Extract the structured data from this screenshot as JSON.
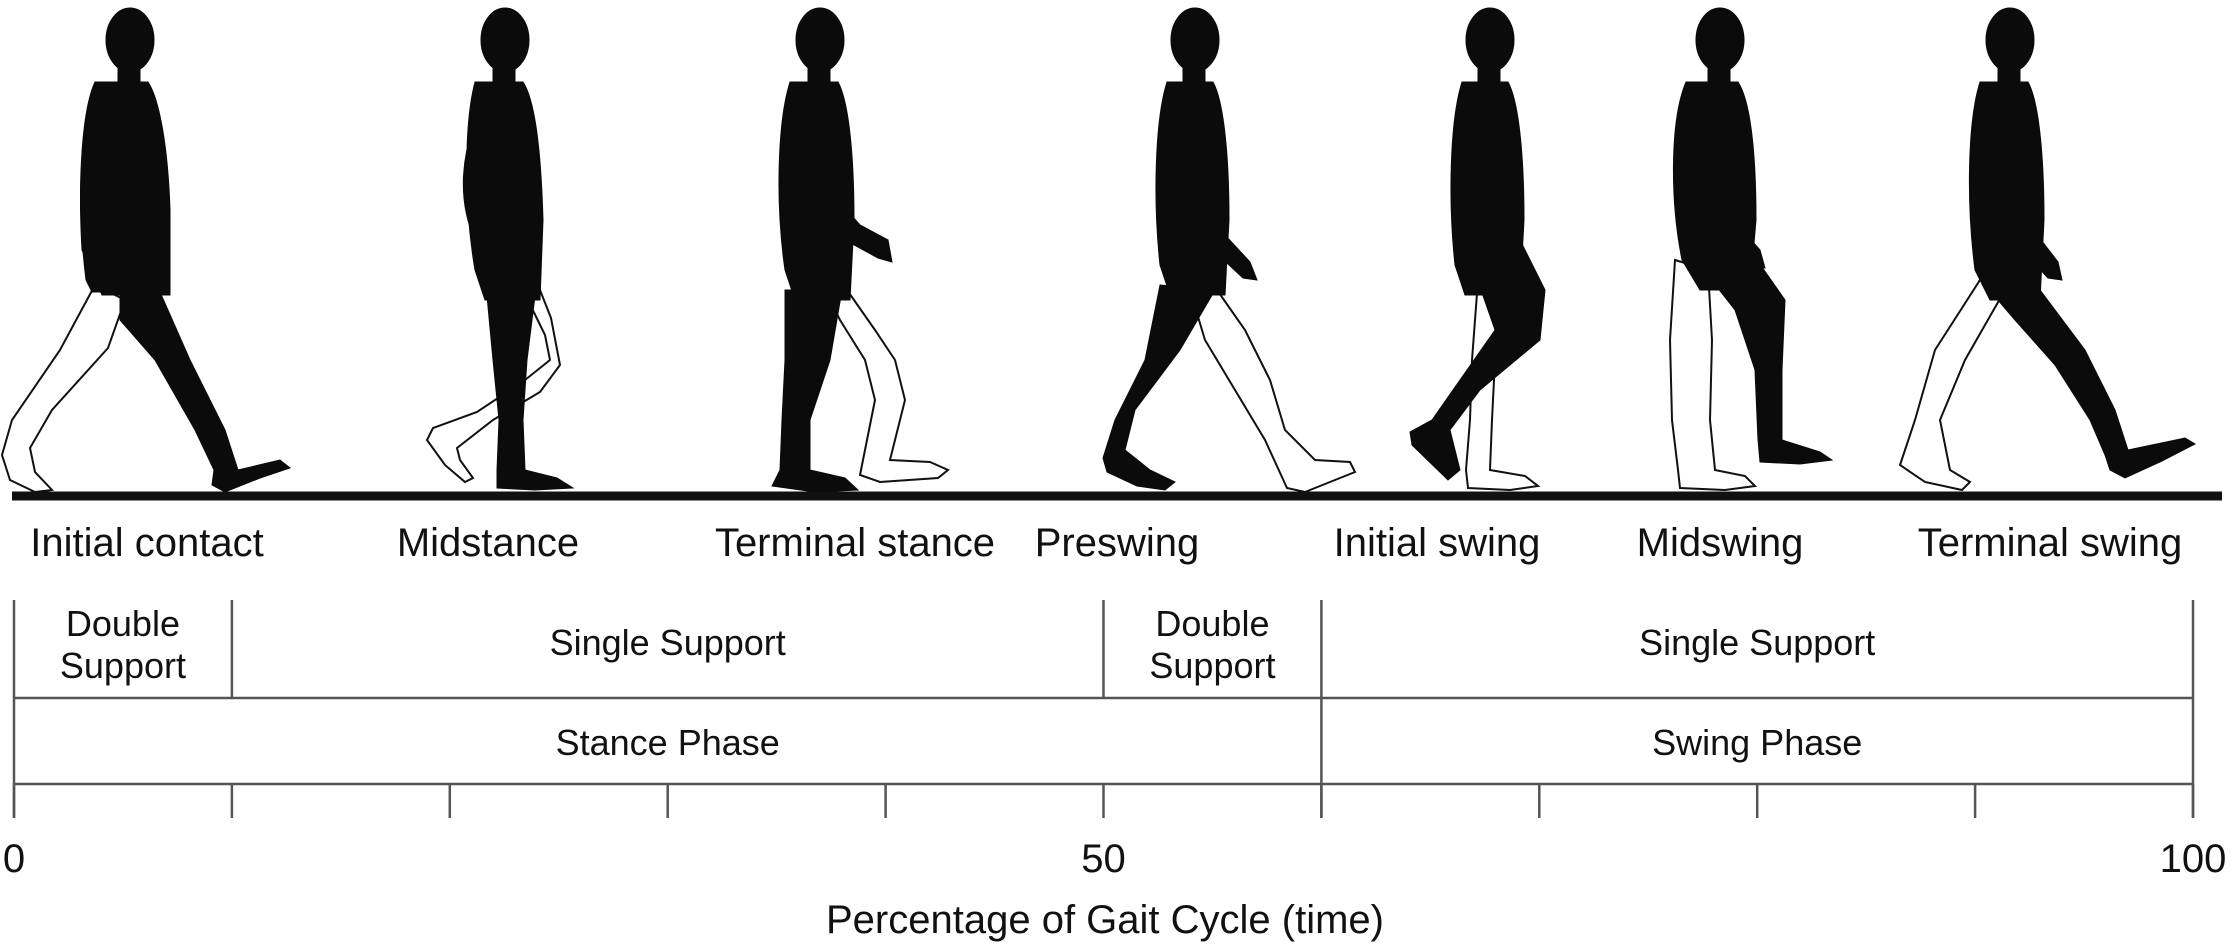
{
  "gait_phases": [
    {
      "label": "Initial contact"
    },
    {
      "label": "Midstance"
    },
    {
      "label": "Terminal stance"
    },
    {
      "label": "Preswing"
    },
    {
      "label": "Initial swing"
    },
    {
      "label": "Midswing"
    },
    {
      "label": "Terminal swing"
    }
  ],
  "support_row": {
    "cells": [
      {
        "line1": "Double",
        "line2": "Support",
        "start_percent": 0,
        "end_percent": 10
      },
      {
        "line1": "Single Support",
        "line2": "",
        "start_percent": 10,
        "end_percent": 50
      },
      {
        "line1": "Double",
        "line2": "Support",
        "start_percent": 50,
        "end_percent": 60
      },
      {
        "line1": "Single Support",
        "line2": "",
        "start_percent": 60,
        "end_percent": 100
      }
    ]
  },
  "phase_row": {
    "cells": [
      {
        "label": "Stance Phase",
        "start_percent": 0,
        "end_percent": 60
      },
      {
        "label": "Swing Phase",
        "start_percent": 60,
        "end_percent": 100
      }
    ]
  },
  "axis": {
    "title": "Percentage of Gait Cycle (time)",
    "range": [
      0,
      100
    ],
    "tick_step": 10,
    "tick_labels": [
      "0",
      "50",
      "100"
    ]
  },
  "colors": {
    "figure_limb_near": "#0b0b0b",
    "figure_limb_far": "#ffffff",
    "ground_line": "#111111",
    "grid": "#555555"
  }
}
